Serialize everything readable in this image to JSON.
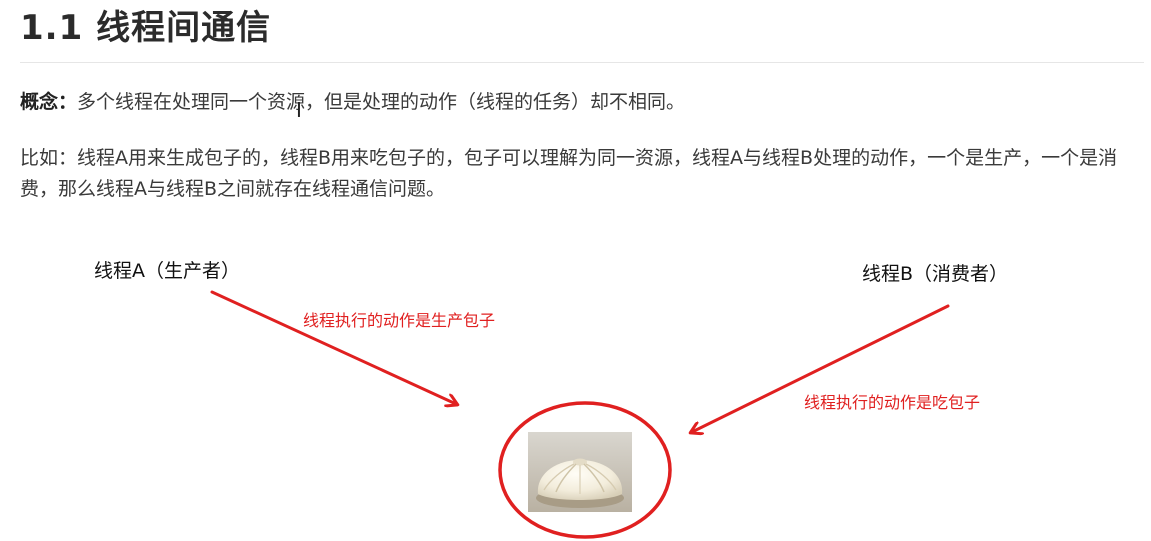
{
  "heading": {
    "title": "1.1 线程间通信"
  },
  "concept": {
    "label": "概念：",
    "text": "多个线程在处理同一个资源，但是处理的动作（线程的任务）却不相同。"
  },
  "example": {
    "text": "比如：线程A用来生成包子的，线程B用来吃包子的，包子可以理解为同一资源，线程A与线程B处理的动作，一个是生产，一个是消费，那么线程A与线程B之间就存在线程通信问题。"
  },
  "diagram": {
    "thread_a_label": "线程A（生产者）",
    "thread_b_label": "线程B（消费者）",
    "thread_a_action": "线程执行的动作是生产包子",
    "thread_b_action": "线程执行的动作是吃包子",
    "annotation_color": "#e02020"
  }
}
